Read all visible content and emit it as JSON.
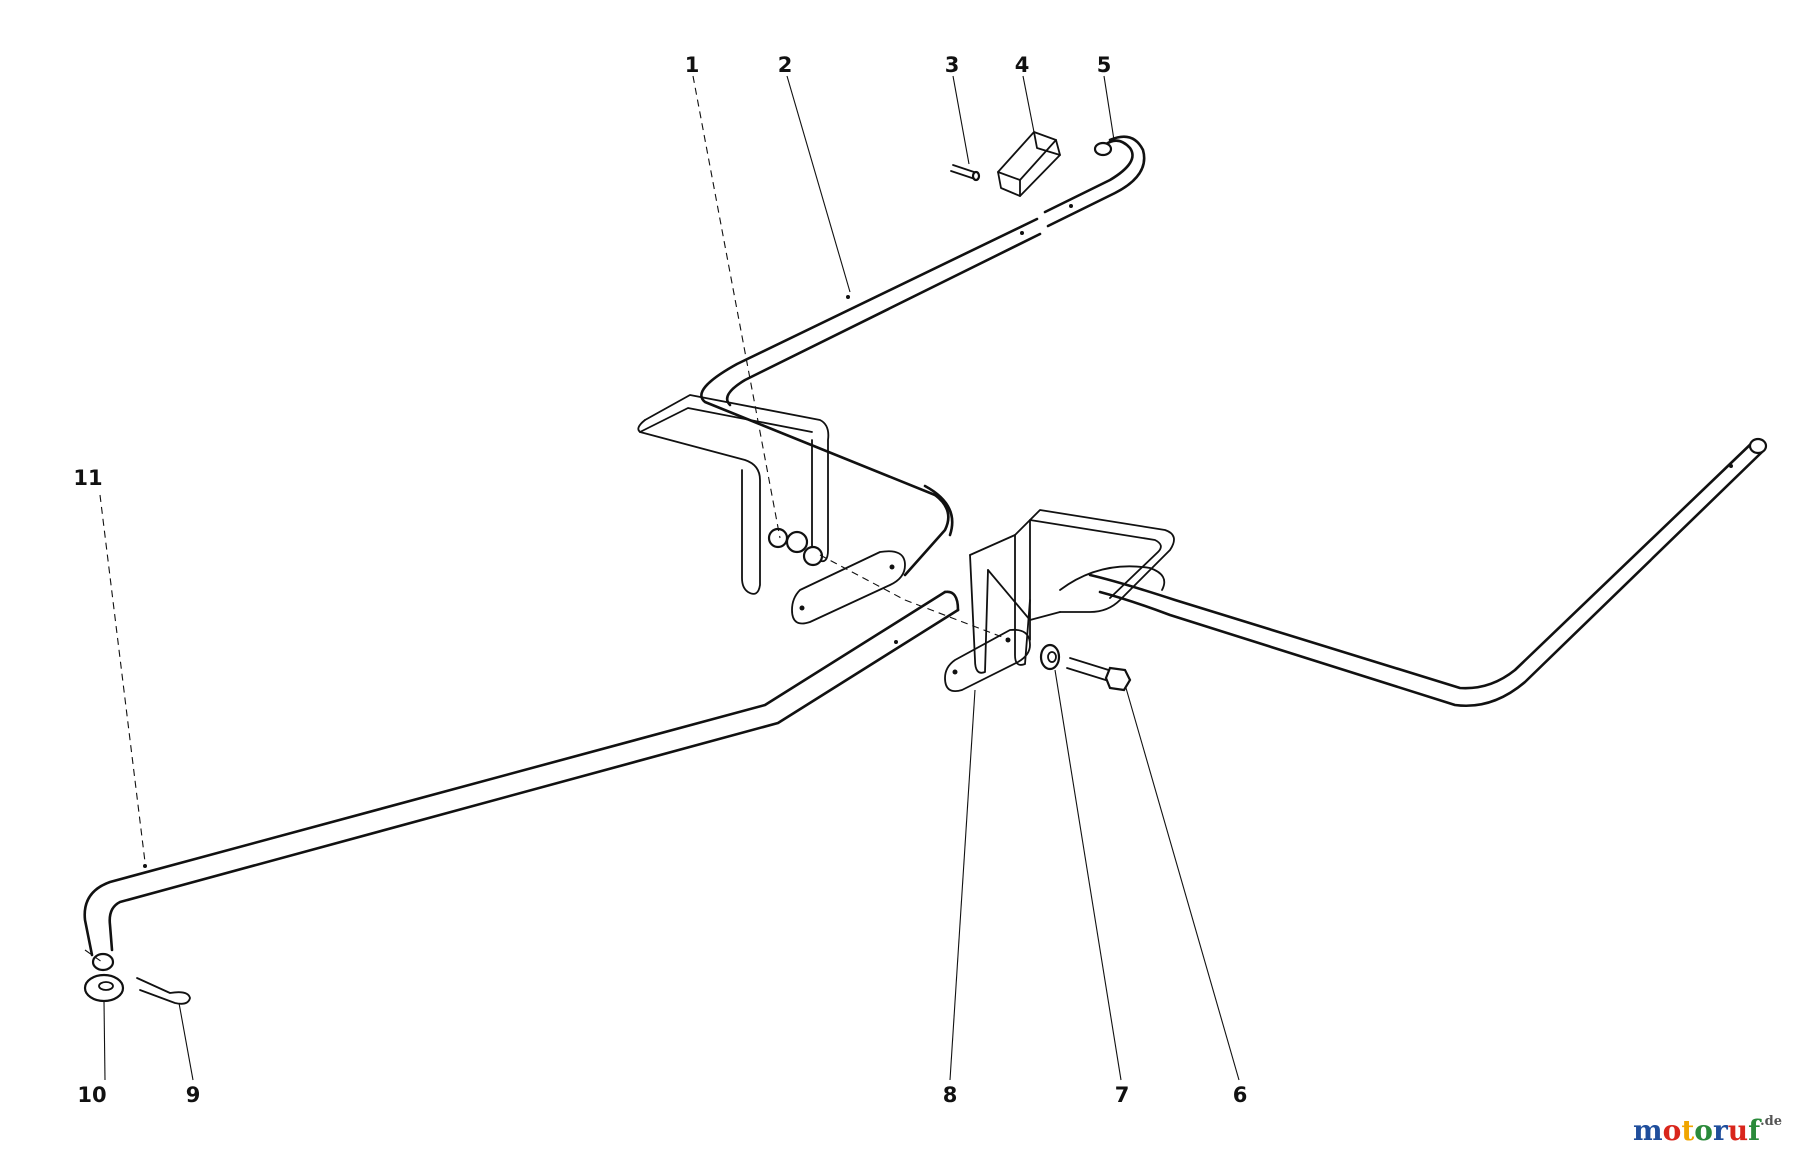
{
  "diagram": {
    "callouts": [
      "1",
      "2",
      "3",
      "4",
      "5",
      "6",
      "7",
      "8",
      "9",
      "10",
      "11"
    ]
  },
  "watermark": {
    "letters": [
      "m",
      "o",
      "t",
      "o",
      "r",
      "u",
      "f"
    ],
    "suffix": ".de",
    "colors": [
      "#1f4e9c",
      "#d9261c",
      "#f0a500",
      "#2a8a3a",
      "#1f4e9c",
      "#d9261c",
      "#2a8a3a"
    ],
    "suffix_color": "#555555"
  }
}
